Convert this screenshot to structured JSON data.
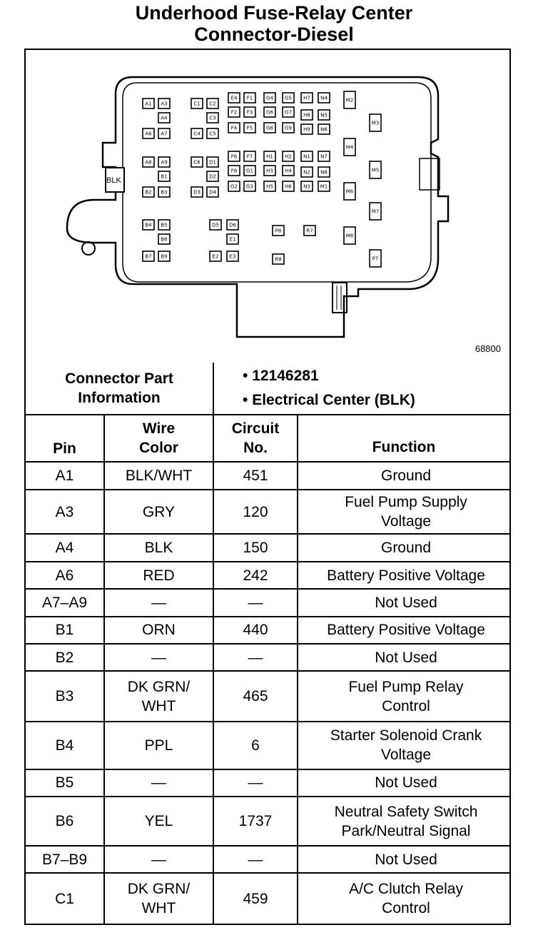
{
  "title": {
    "line1": "Underhood Fuse-Relay Center",
    "line2": "Connector-Diesel"
  },
  "diagram": {
    "figure_id": "68800",
    "connector_label": "BLK",
    "cavity_labels": [
      "A1",
      "A3",
      "A4",
      "A6",
      "A7",
      "A8",
      "A9",
      "B1",
      "B2",
      "B3",
      "B4",
      "B5",
      "B6",
      "B7",
      "B9",
      "C1",
      "C2",
      "C3",
      "C4",
      "C5",
      "C6",
      "D1",
      "D2",
      "D3",
      "D4",
      "D5",
      "D6",
      "E1",
      "E2",
      "E3",
      "E4",
      "F1",
      "F2",
      "F3",
      "F4",
      "F5",
      "F6",
      "F7",
      "F8",
      "G1",
      "G2",
      "G3",
      "G4",
      "G5",
      "G6",
      "G7",
      "G8",
      "G9",
      "H1",
      "H2",
      "H3",
      "H4",
      "H5",
      "H6",
      "H7",
      "H8",
      "H9",
      "N1",
      "N2",
      "N3",
      "N4",
      "N5",
      "N6",
      "N7",
      "N8",
      "M1",
      "M2",
      "M3",
      "M4",
      "M5",
      "M6",
      "M7",
      "M8",
      "P7",
      "P8",
      "R7",
      "R8"
    ]
  },
  "connector_info": {
    "label_line1": "Connector Part",
    "label_line2": "Information",
    "items": [
      "12146281",
      "Electrical Center (BLK)"
    ]
  },
  "table": {
    "headers": {
      "pin": "Pin",
      "wire_color_line1": "Wire",
      "wire_color_line2": "Color",
      "circuit_line1": "Circuit",
      "circuit_line2": "No.",
      "function": "Function"
    },
    "rows": [
      {
        "pin": "A1",
        "wire": [
          "BLK/WHT"
        ],
        "circuit": "451",
        "function": [
          "Ground"
        ]
      },
      {
        "pin": "A3",
        "wire": [
          "GRY"
        ],
        "circuit": "120",
        "function": [
          "Fuel Pump Supply",
          "Voltage"
        ]
      },
      {
        "pin": "A4",
        "wire": [
          "BLK"
        ],
        "circuit": "150",
        "function": [
          "Ground"
        ]
      },
      {
        "pin": "A6",
        "wire": [
          "RED"
        ],
        "circuit": "242",
        "function": [
          "Battery Positive Voltage"
        ]
      },
      {
        "pin": "A7–A9",
        "wire": [
          "—"
        ],
        "circuit": "—",
        "function": [
          "Not Used"
        ]
      },
      {
        "pin": "B1",
        "wire": [
          "ORN"
        ],
        "circuit": "440",
        "function": [
          "Battery Positive Voltage"
        ]
      },
      {
        "pin": "B2",
        "wire": [
          "—"
        ],
        "circuit": "—",
        "function": [
          "Not Used"
        ]
      },
      {
        "pin": "B3",
        "wire": [
          "DK GRN/",
          "WHT"
        ],
        "circuit": "465",
        "function": [
          "Fuel Pump Relay",
          "Control"
        ]
      },
      {
        "pin": "B4",
        "wire": [
          "PPL"
        ],
        "circuit": "6",
        "function": [
          "Starter Solenoid Crank",
          "Voltage"
        ]
      },
      {
        "pin": "B5",
        "wire": [
          "—"
        ],
        "circuit": "—",
        "function": [
          "Not Used"
        ]
      },
      {
        "pin": "B6",
        "wire": [
          "YEL"
        ],
        "circuit": "1737",
        "function": [
          "Neutral Safety Switch",
          "Park/Neutral Signal"
        ]
      },
      {
        "pin": "B7–B9",
        "wire": [
          "—"
        ],
        "circuit": "—",
        "function": [
          "Not Used"
        ]
      },
      {
        "pin": "C1",
        "wire": [
          "DK GRN/",
          "WHT"
        ],
        "circuit": "459",
        "function": [
          "A/C Clutch Relay",
          "Control"
        ]
      }
    ]
  }
}
